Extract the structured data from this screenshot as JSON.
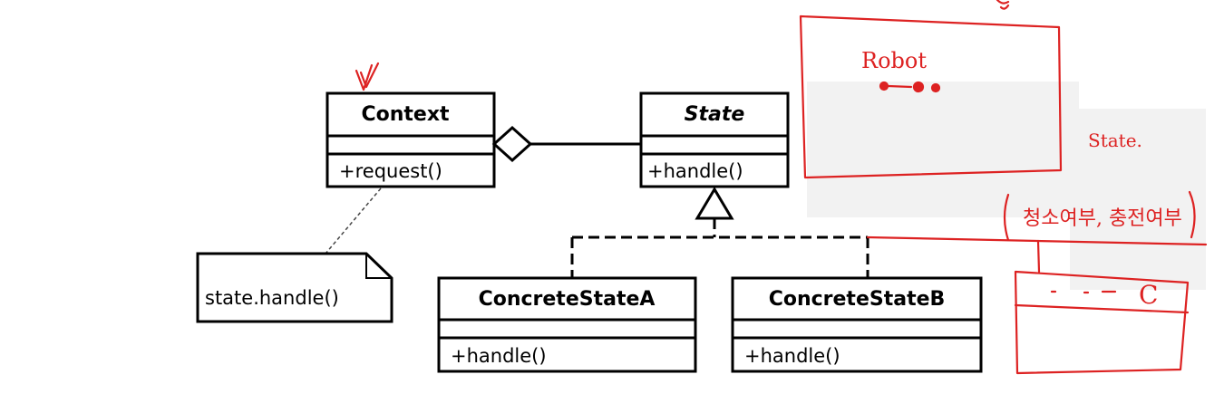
{
  "diagram": {
    "context": {
      "name": "Context",
      "method": "+request()"
    },
    "state": {
      "name": "State",
      "method": "+handle()"
    },
    "concrete_a": {
      "name": "ConcreteStateA",
      "method": "+handle()"
    },
    "concrete_b": {
      "name": "ConcreteStateB",
      "method": "+handle()"
    },
    "note": "state.handle()"
  },
  "annotations": {
    "robot": "Robot",
    "state": "State.",
    "korean": "청소여부, 충전여부",
    "c_label": "C",
    "color": "#dd2222"
  }
}
